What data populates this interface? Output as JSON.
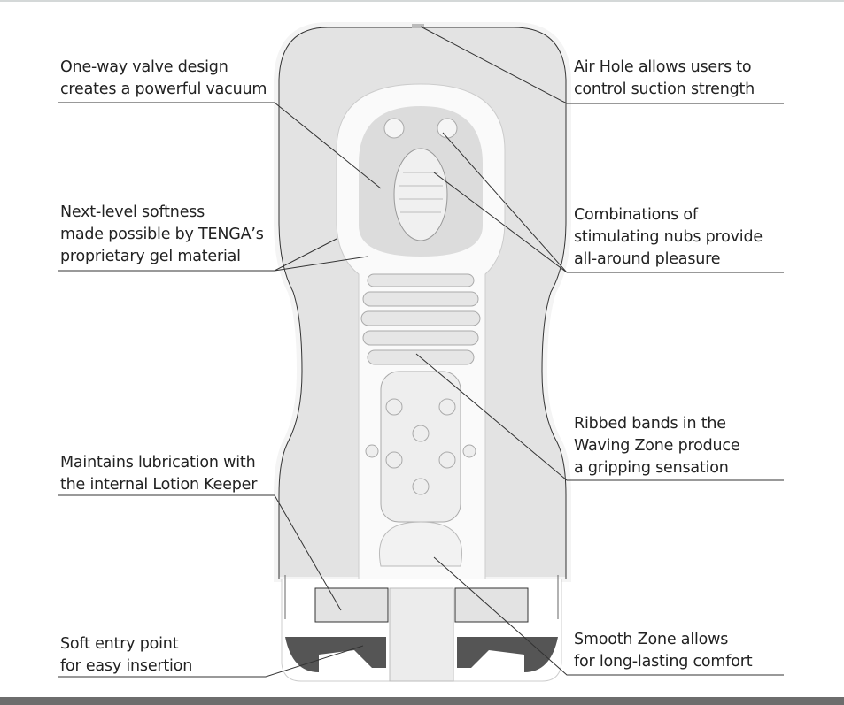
{
  "diagram": {
    "labels_left": [
      {
        "lines": [
          "One-way valve design",
          "creates a powerful vacuum"
        ]
      },
      {
        "lines": [
          "Next-level softness",
          "made possible by TENGA’s",
          "proprietary gel material"
        ]
      },
      {
        "lines": [
          "Maintains lubrication with",
          "the internal Lotion Keeper"
        ]
      },
      {
        "lines": [
          "Soft entry point",
          "for easy insertion"
        ]
      }
    ],
    "labels_right": [
      {
        "lines": [
          "Air Hole allows users to",
          "control suction strength"
        ]
      },
      {
        "lines": [
          "Combinations of",
          "stimulating nubs provide",
          "all-around pleasure"
        ]
      },
      {
        "lines": [
          "Ribbed bands in the",
          "Waving Zone produce",
          "a gripping sensation"
        ]
      },
      {
        "lines": [
          "Smooth Zone allows",
          "for long-lasting comfort"
        ]
      }
    ],
    "colors": {
      "gel": "#e3e3e3",
      "outline": "#333333",
      "inner": "#f4f4f4",
      "shadow": "#555555"
    }
  }
}
